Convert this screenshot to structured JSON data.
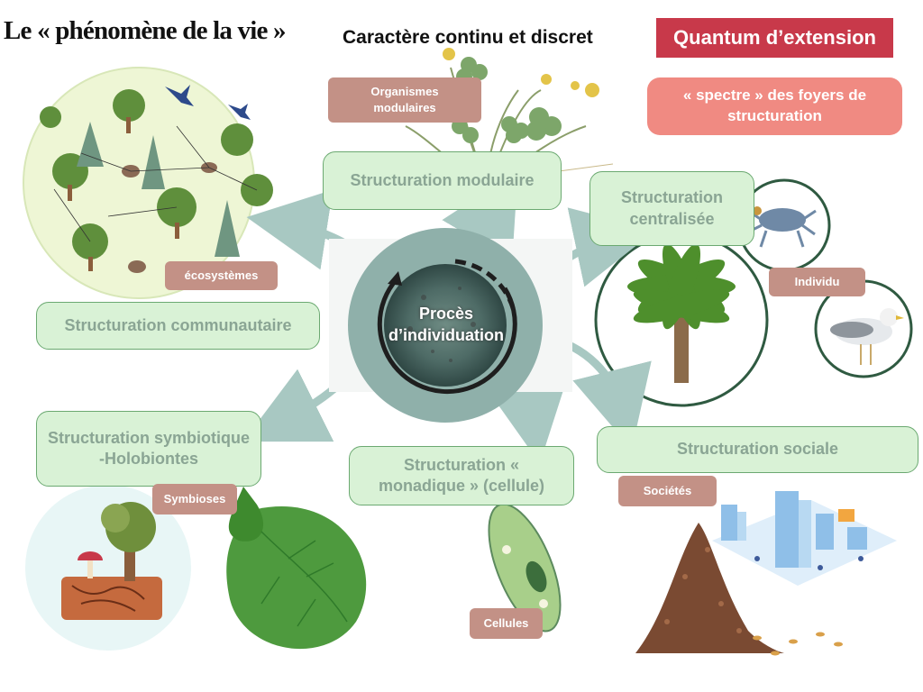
{
  "header": {
    "title": "Le « phénomène de la vie »",
    "subtitle": "Caractère continu et discret",
    "quantum": "Quantum d’extension",
    "spectre": "« spectre » des foyers de structuration"
  },
  "center": {
    "label": "Procès d’individuation"
  },
  "structurations": {
    "modulaire": "Structuration modulaire",
    "centralisee": "Structuration centralisée",
    "communautaire": "Structuration communautaire",
    "symbiotique": "Structuration symbiotique -Holobiontes",
    "monadique": "Structuration « monadique » (cellule)",
    "sociale": "Structuration sociale"
  },
  "tags": {
    "organismes_modulaires": "Organismes modulaires",
    "ecosystemes": "écosystèmes",
    "individu": "Individu",
    "symbioses": "Symbioses",
    "cellules": "Cellules",
    "societes": "Sociétés"
  },
  "colors": {
    "quantum_bg": "#c8394a",
    "spectre_bg": "#f08a82",
    "structuration_bg": "#d9f2d6",
    "structuration_border": "#6ba971",
    "tag_bg": "#c39186",
    "arrow": "#a8c8c2",
    "center_ring": "#8fb0aa"
  },
  "icons": [
    "ecosystem-illustration",
    "clover-plant-illustration",
    "crab-photo",
    "palm-tree-photo",
    "seagull-photo",
    "mushroom-tree-illustration",
    "leaf-sea-slug-illustration",
    "paramecium-illustration",
    "termite-mound-illustration",
    "smart-city-illustration"
  ]
}
